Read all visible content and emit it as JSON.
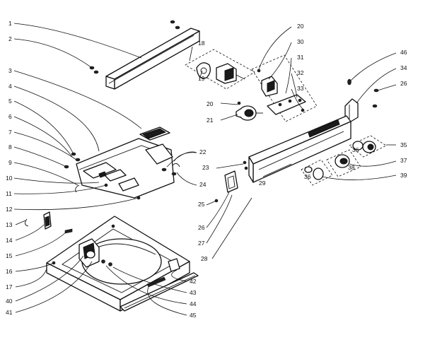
{
  "labels": {
    "l1": "1",
    "l2": "2",
    "l3": "3",
    "l4": "4",
    "l5": "5",
    "l6": "6",
    "l7": "7",
    "l8": "8",
    "l9": "9",
    "l10": "10",
    "l11": "11",
    "l12": "12",
    "l13": "13",
    "l14": "14",
    "l15": "15",
    "l16": "16",
    "l17": "17",
    "l18": "18",
    "l19": "19",
    "l20a": "20",
    "l20b": "20",
    "l21": "21",
    "l22": "22",
    "l23": "23",
    "l24": "24",
    "l25": "25",
    "l26a": "26",
    "l26b": "26",
    "l27": "27",
    "l28": "28",
    "l29": "29",
    "l30": "30",
    "l31": "31",
    "l32": "32",
    "l33": "33",
    "l34": "34",
    "l35": "35",
    "l36a": "36",
    "l36b": "36",
    "l37": "37",
    "l38": "38",
    "l39": "39",
    "l40": "40",
    "l41": "41",
    "l42": "42",
    "l43": "43",
    "l44": "44",
    "l45": "45",
    "l46": "46"
  }
}
